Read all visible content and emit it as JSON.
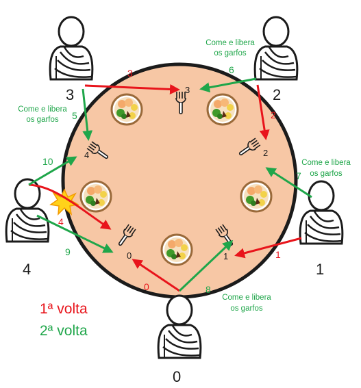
{
  "colors": {
    "first_round": "#e8141b",
    "second_round": "#1fa64a",
    "table": "#f7c7a5",
    "outline": "#1b1b1b"
  },
  "philosophers": [
    {
      "id": "0",
      "label": "0"
    },
    {
      "id": "1",
      "label": "1"
    },
    {
      "id": "2",
      "label": "2"
    },
    {
      "id": "3",
      "label": "3"
    },
    {
      "id": "4",
      "label": "4"
    }
  ],
  "forks": [
    {
      "id": "0",
      "label": "0"
    },
    {
      "id": "1",
      "label": "1"
    },
    {
      "id": "2",
      "label": "2"
    },
    {
      "id": "3",
      "label": "3"
    },
    {
      "id": "4",
      "label": "4"
    }
  ],
  "arrows": [
    {
      "step": "0",
      "round": "first"
    },
    {
      "step": "1",
      "round": "first"
    },
    {
      "step": "2",
      "round": "first"
    },
    {
      "step": "3",
      "round": "first"
    },
    {
      "step": "4",
      "round": "first"
    },
    {
      "step": "5",
      "round": "second"
    },
    {
      "step": "6",
      "round": "second"
    },
    {
      "step": "7",
      "round": "second"
    },
    {
      "step": "8",
      "round": "second"
    },
    {
      "step": "9",
      "round": "second"
    },
    {
      "step": "10",
      "round": "second"
    }
  ],
  "notes": {
    "eat_release_line1": "Come e libera",
    "eat_release_line2": "os garfos"
  },
  "legend": {
    "first_round": "1ª volta",
    "second_round": "2ª volta"
  },
  "icons": [
    "philosopher-icon",
    "fork-icon",
    "food-bowl-icon",
    "collision-burst-icon"
  ]
}
